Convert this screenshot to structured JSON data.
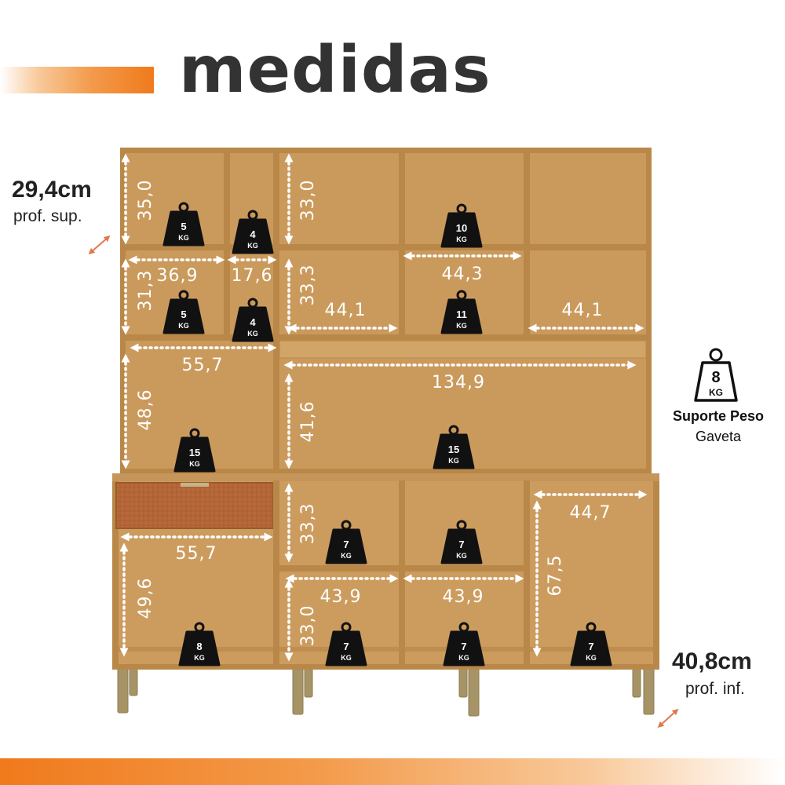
{
  "header": {
    "title": "medidas"
  },
  "depth_top": {
    "value": "29,4cm",
    "label": "prof. sup."
  },
  "depth_bottom": {
    "value": "40,8cm",
    "label": "prof. inf."
  },
  "legend": {
    "weight_value": "8",
    "weight_unit": "KG",
    "title": "Suporte Peso",
    "subtitle": "Gaveta"
  },
  "kg_unit": "KG",
  "weights": [
    "5",
    "4",
    "10",
    "5",
    "4",
    "11",
    "15",
    "15",
    "7",
    "7",
    "8",
    "7",
    "7",
    "7"
  ],
  "horizontal_measures": [
    "36,9",
    "17,6",
    "44,3",
    "44,1",
    "44,1",
    "55,7",
    "134,9",
    "44,7",
    "55,7",
    "43,9",
    "43,9"
  ],
  "vertical_measures": [
    "35,0",
    "33,0",
    "31,3",
    "33,3",
    "48,6",
    "41,6",
    "33,3",
    "67,5",
    "49,6",
    "33,0"
  ],
  "colors": {
    "wood": "#c08e4f",
    "wood_light": "#cd9d60",
    "edge": "#b07d42",
    "drawer": "#b8693a",
    "leg": "#a69466",
    "accent": "#f07a1c",
    "weight_icon": "#111111",
    "arrow": "#ffffff"
  }
}
